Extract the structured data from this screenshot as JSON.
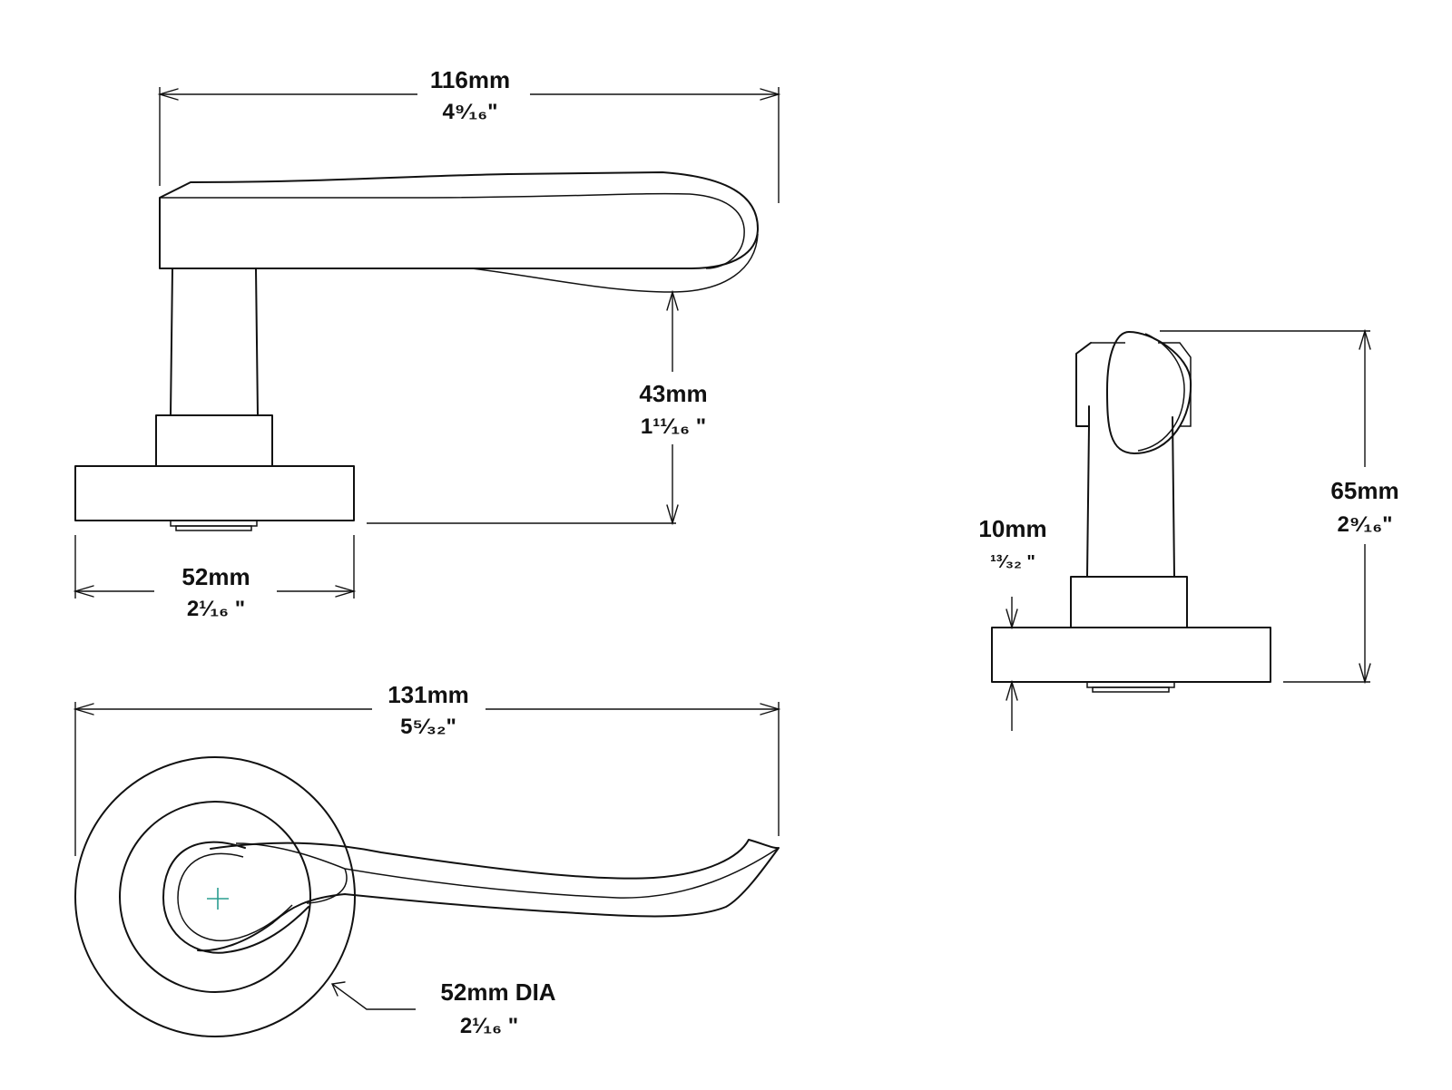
{
  "dimensions": {
    "lever_length": {
      "metric": "116mm",
      "imperial": "4⁹⁄₁₆\""
    },
    "lever_height": {
      "metric": "43mm",
      "imperial": "1¹¹⁄₁₆ \""
    },
    "rose_width": {
      "metric": "52mm",
      "imperial": "2¹⁄₁₆ \""
    },
    "overall_length": {
      "metric": "131mm",
      "imperial": "5⁵⁄₃₂\""
    },
    "rose_diameter": {
      "metric": "52mm DIA",
      "imperial": "2¹⁄₁₆ \""
    },
    "projection": {
      "metric": "65mm",
      "imperial": "2⁹⁄₁₆\""
    },
    "rose_thickness": {
      "metric": "10mm",
      "imperial": "¹³⁄₃₂ \""
    }
  },
  "colors": {
    "line": "#111111",
    "center_mark": "#2a9d8f"
  }
}
